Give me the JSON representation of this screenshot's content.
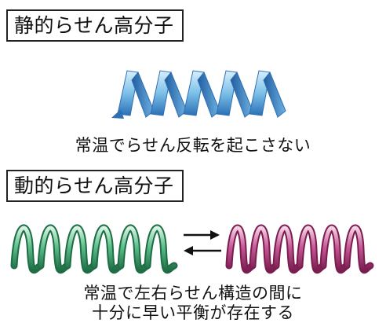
{
  "static_section": {
    "title": "静的らせん高分子",
    "caption": "常温でらせん反転を起こさない",
    "ribbon_color": "#2f6fb3",
    "ribbon_highlight": "#bfe3f7"
  },
  "dynamic_section": {
    "title": "動的らせん高分子",
    "caption_line1": "常温で左右らせん構造の間に",
    "caption_line2": "十分に早い平衡が存在する",
    "left_helix_color": "#3a9a6a",
    "right_helix_color": "#b0407a"
  },
  "equilibrium_arrows": {
    "forward": "right-arrow",
    "backward": "left-arrow"
  }
}
